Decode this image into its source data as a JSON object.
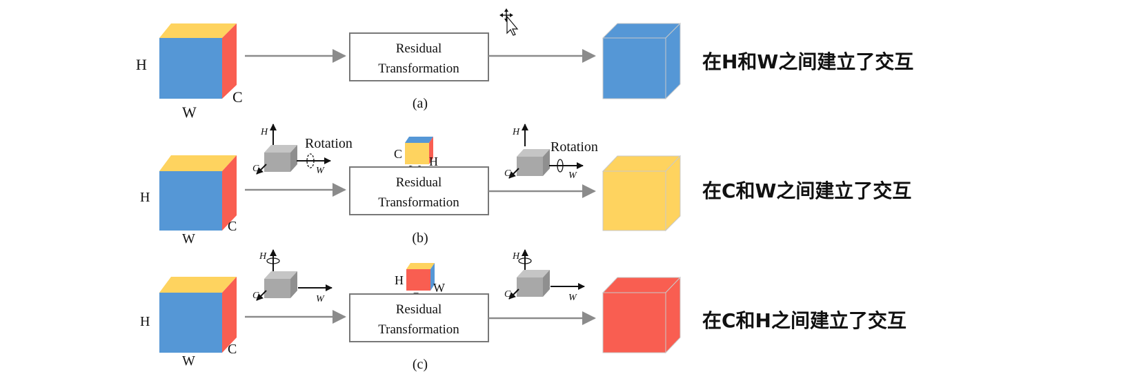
{
  "colors": {
    "blue": "#5597d6",
    "yellow": "#fed35f",
    "red": "#f95e51",
    "gray_box": "#a8a8a8",
    "arrow": "#8b8b8b",
    "text": "#111111"
  },
  "icons": {
    "cursor": "move-cursor-icon"
  },
  "rows": [
    {
      "id": "a",
      "input_labels": {
        "h": "H",
        "w": "W",
        "c": "C"
      },
      "box": {
        "line1": "Residual",
        "line2": "Transformation"
      },
      "caption": "(a)",
      "output_color": "blue",
      "description": "在H和W之间建立了交互",
      "has_rotation": false
    },
    {
      "id": "b",
      "input_labels": {
        "h": "H",
        "w": "W",
        "c": "C"
      },
      "box": {
        "line1": "Residual",
        "line2": "Transformation"
      },
      "caption": "(b)",
      "output_color": "yellow",
      "description": "在C和W之间建立了交互",
      "has_rotation": true,
      "rotation_label": "Rotation",
      "axis_labels": {
        "h": "H",
        "w": "W",
        "c": "C"
      },
      "small_cube_labels": {
        "left": "C",
        "right": "H",
        "bottom": "W"
      }
    },
    {
      "id": "c",
      "input_labels": {
        "h": "H",
        "w": "W",
        "c": "C"
      },
      "box": {
        "line1": "Residual",
        "line2": "Transformation"
      },
      "caption": "(c)",
      "output_color": "red",
      "description": "在C和H之间建立了交互",
      "has_rotation": true,
      "rotation_label": "",
      "axis_labels": {
        "h": "H",
        "w": "W",
        "c": "C"
      },
      "small_cube_labels": {
        "left": "H",
        "right": "W",
        "bottom": "C"
      }
    }
  ]
}
